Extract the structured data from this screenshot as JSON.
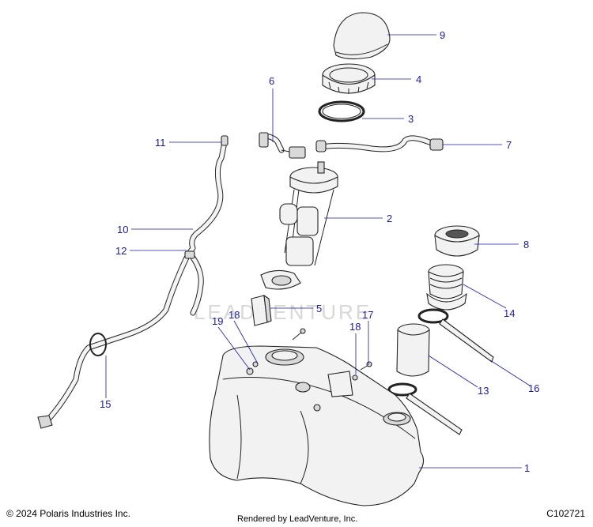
{
  "watermark": "LEADVENTURE",
  "callouts": [
    "9",
    "4",
    "3",
    "6",
    "7",
    "11",
    "2",
    "10",
    "8",
    "12",
    "5",
    "14",
    "19",
    "18",
    "18",
    "17",
    "16",
    "13",
    "15",
    "1"
  ],
  "footer": {
    "copyright": "© 2024 Polaris Industries Inc.",
    "rendered_by": "Rendered by LeadVenture, Inc.",
    "catalog_code": "C102721"
  },
  "colors": {
    "callout": "#1a1aa6",
    "line": "#222222"
  }
}
